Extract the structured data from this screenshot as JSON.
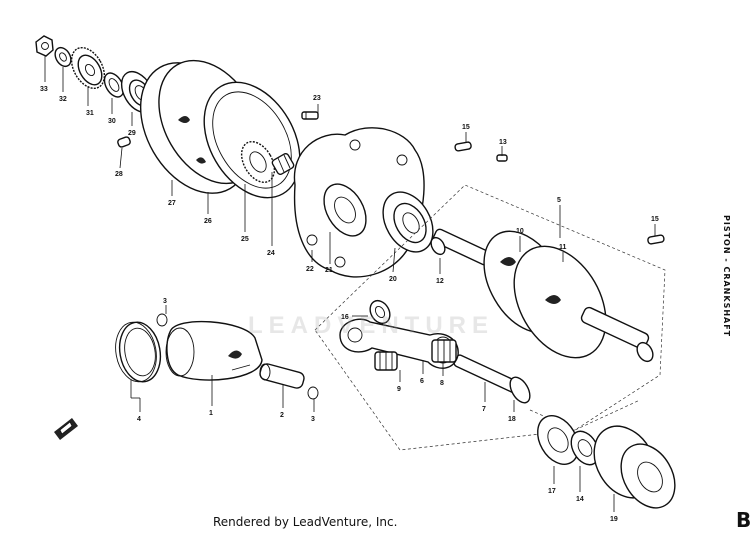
{
  "section_title": "PISTON - CRANKSHAFT",
  "footer_text": "Rendered by LeadVenture, Inc.",
  "watermark_text": "LEADVENTURE",
  "page_mark": "B",
  "callouts": [
    "1",
    "2",
    "3",
    "3",
    "4",
    "5",
    "6",
    "7",
    "8",
    "9",
    "10",
    "11",
    "12",
    "13",
    "14",
    "15",
    "15",
    "16",
    "17",
    "18",
    "19",
    "20",
    "21",
    "22",
    "23",
    "24",
    "25",
    "26",
    "27",
    "28",
    "29",
    "30",
    "31",
    "32",
    "33"
  ]
}
